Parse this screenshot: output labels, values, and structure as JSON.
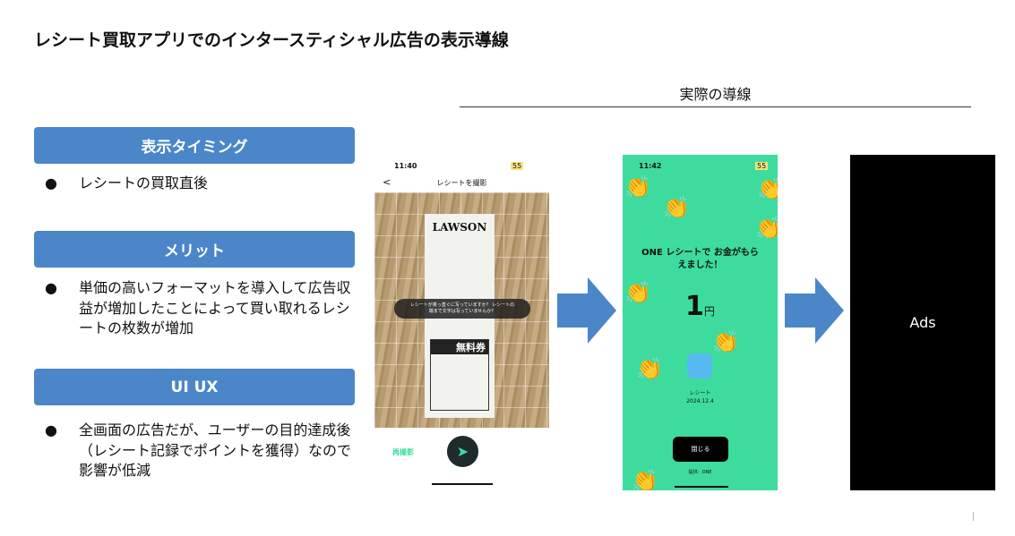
{
  "title": "レシート買取アプリでのインタースティシャル広告の表示導線",
  "flow_label": "実際の導線",
  "sections": [
    {
      "header": "表示タイミング",
      "bullets": [
        "レシートの買取直後"
      ]
    },
    {
      "header": "メリット",
      "bullets": [
        "単価の高いフォーマットを導入して広告収益が増加したことによって買い取れるレシートの枚数が増加"
      ]
    },
    {
      "header": "UI UX",
      "bullets": [
        "全画面の広告だが、ユーザーの目的達成後（レシート記録でポイントを獲得）なので影響が低減"
      ]
    }
  ],
  "bullet_char": "●",
  "screen1": {
    "time": "11:40",
    "battery": "55",
    "title": "レシートを撮影",
    "back": "<",
    "receipt_brand": "LAWSON",
    "coupon": "無料券",
    "hint": "レシートが真っ直ぐに写っていますか？ レシートの端まで文字は写っていませんか？",
    "retake": "再撮影"
  },
  "screen2": {
    "time": "11:42",
    "battery": "55",
    "message": "ONE レシートで お金がもらえました！",
    "amount": "1",
    "unit": "円",
    "app_label": "レシート",
    "date": "2024.12.4",
    "close": "閉じる",
    "provider": "提供：ONE"
  },
  "screen3": {
    "label": "Ads"
  },
  "colors": {
    "header": "#4a86c8",
    "arrow": "#4a86c8",
    "green": "#3ddc9e"
  }
}
